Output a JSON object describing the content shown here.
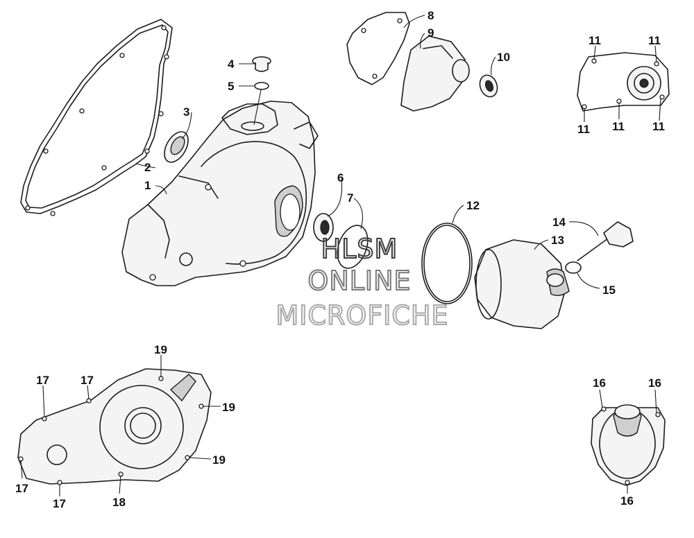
{
  "watermark": {
    "line1": "HLSM",
    "line2": "ONLINE",
    "line3": "MICROFICHE",
    "colors": {
      "line1": "#3a3a3a",
      "line2": "#7a7a7a",
      "line3": "#a8a8a8"
    }
  },
  "callouts": {
    "c1": "1",
    "c2": "2",
    "c3": "3",
    "c4": "4",
    "c5": "5",
    "c6": "6",
    "c7": "7",
    "c8": "8",
    "c9": "9",
    "c10": "10",
    "c11a": "11",
    "c11b": "11",
    "c11c": "11",
    "c11d": "11",
    "c11e": "11",
    "c12": "12",
    "c13": "13",
    "c14": "14",
    "c15": "15",
    "c16a": "16",
    "c16b": "16",
    "c16c": "16",
    "c17a": "17",
    "c17b": "17",
    "c17c": "17",
    "c17d": "17",
    "c18": "18",
    "c19a": "19",
    "c19b": "19",
    "c19c": "19"
  }
}
